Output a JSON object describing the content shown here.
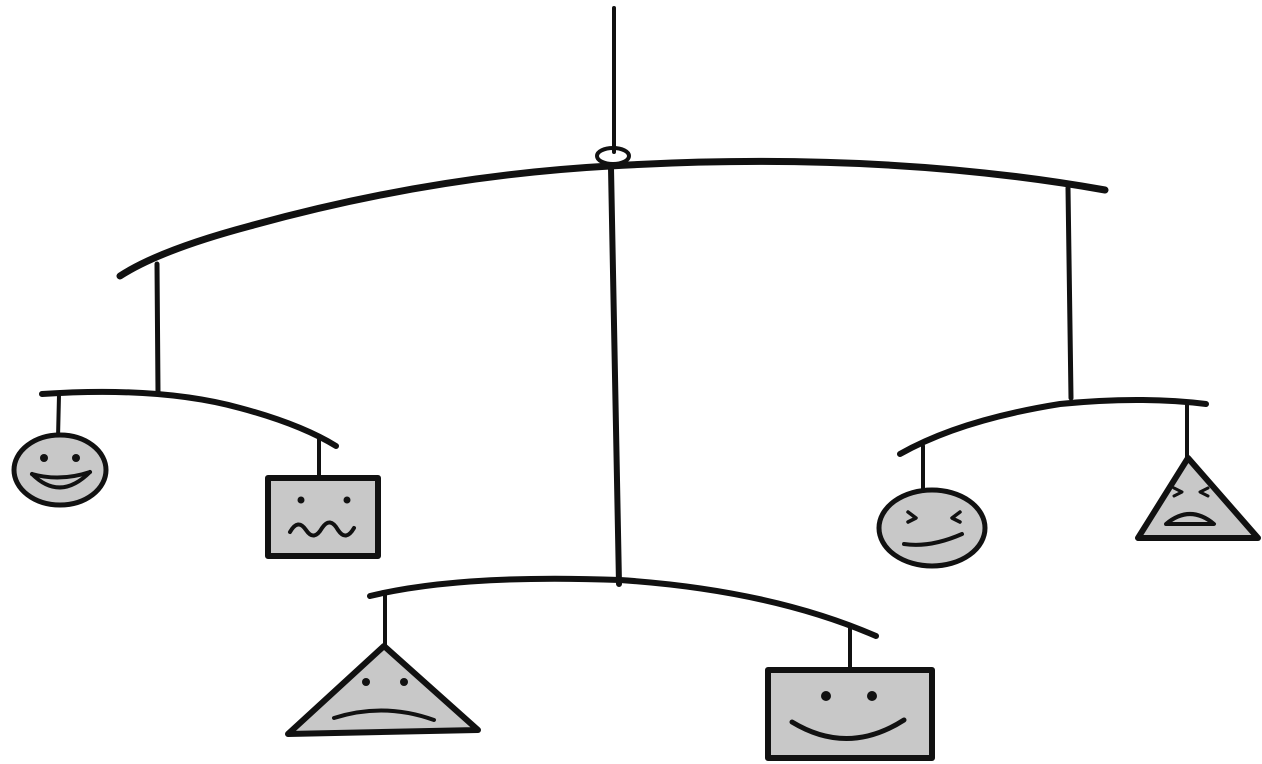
{
  "illustration": {
    "subject": "hanging-mobile",
    "colors": {
      "ink": "#111111",
      "shape_fill": "#c8c8c8",
      "background": "#ffffff"
    },
    "balance": {
      "top_bar": "balanced",
      "left_bar": "balanced",
      "right_bar": "balanced",
      "bottom_bar": "balanced"
    },
    "hanging_shapes": [
      {
        "shape": "circle",
        "expression": "happy"
      },
      {
        "shape": "square",
        "expression": "worried"
      },
      {
        "shape": "circle",
        "expression": "smirk"
      },
      {
        "shape": "triangle",
        "expression": "upset"
      },
      {
        "shape": "triangle",
        "expression": "sad"
      },
      {
        "shape": "square",
        "expression": "happy"
      }
    ]
  }
}
